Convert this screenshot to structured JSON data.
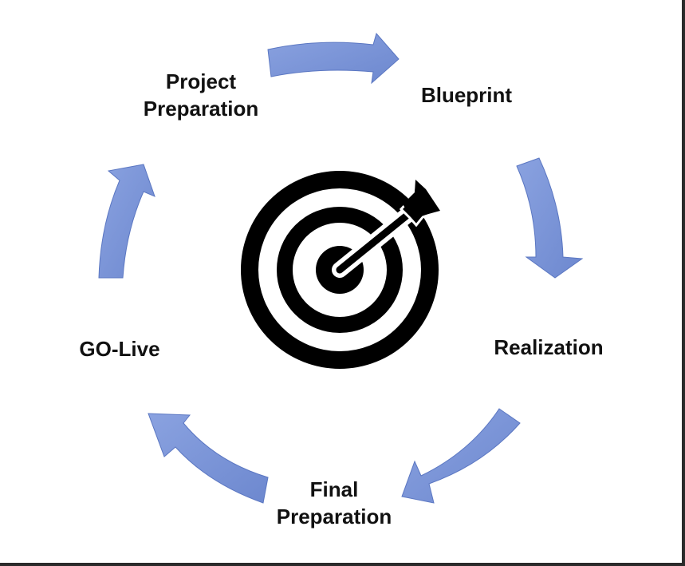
{
  "stages": [
    {
      "id": "project-preparation",
      "lines": [
        "Project",
        "Preparation"
      ]
    },
    {
      "id": "blueprint",
      "lines": [
        "Blueprint"
      ]
    },
    {
      "id": "realization",
      "lines": [
        "Realization"
      ]
    },
    {
      "id": "final-preparation",
      "lines": [
        "Final",
        "Preparation"
      ]
    },
    {
      "id": "go-live",
      "lines": [
        "GO-Live"
      ]
    }
  ],
  "colors": {
    "arrow_fill": "#7e97d8",
    "arrow_stroke": "#5b77c2",
    "target": "#000000",
    "background": "#ffffff",
    "frame": "#2b2b2b"
  },
  "center_icon": "target-with-arrow-icon"
}
